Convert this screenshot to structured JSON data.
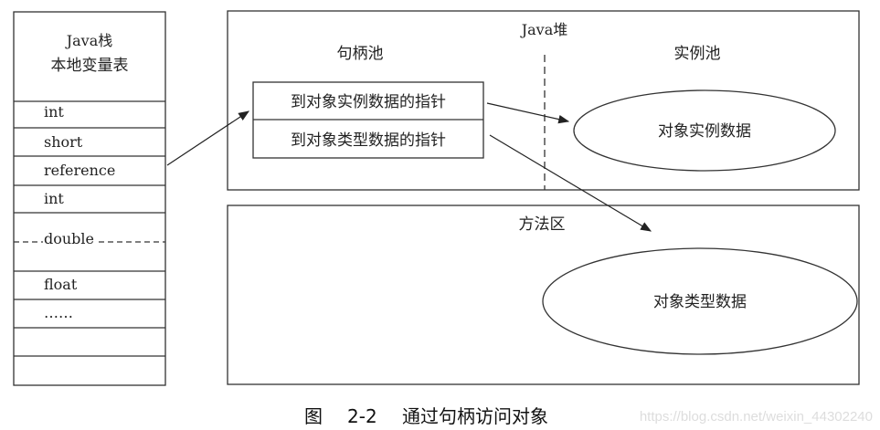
{
  "stack": {
    "title": "Java栈",
    "subtitle": "本地变量表",
    "slots": [
      "int",
      "short",
      "reference",
      "int",
      "double",
      "float",
      "……",
      "",
      ""
    ]
  },
  "heap": {
    "title": "Java堆",
    "handle_pool": {
      "title": "句柄池",
      "entries": [
        "到对象实例数据的指针",
        "到对象类型数据的指针"
      ]
    },
    "instance_pool": {
      "title": "实例池",
      "object": "对象实例数据"
    }
  },
  "method_area": {
    "title": "方法区",
    "object": "对象类型数据"
  },
  "caption": {
    "label": "图",
    "number": "2-2",
    "text": "通过句柄访问对象"
  },
  "watermark": "https://blog.csdn.net/weixin_44302240"
}
